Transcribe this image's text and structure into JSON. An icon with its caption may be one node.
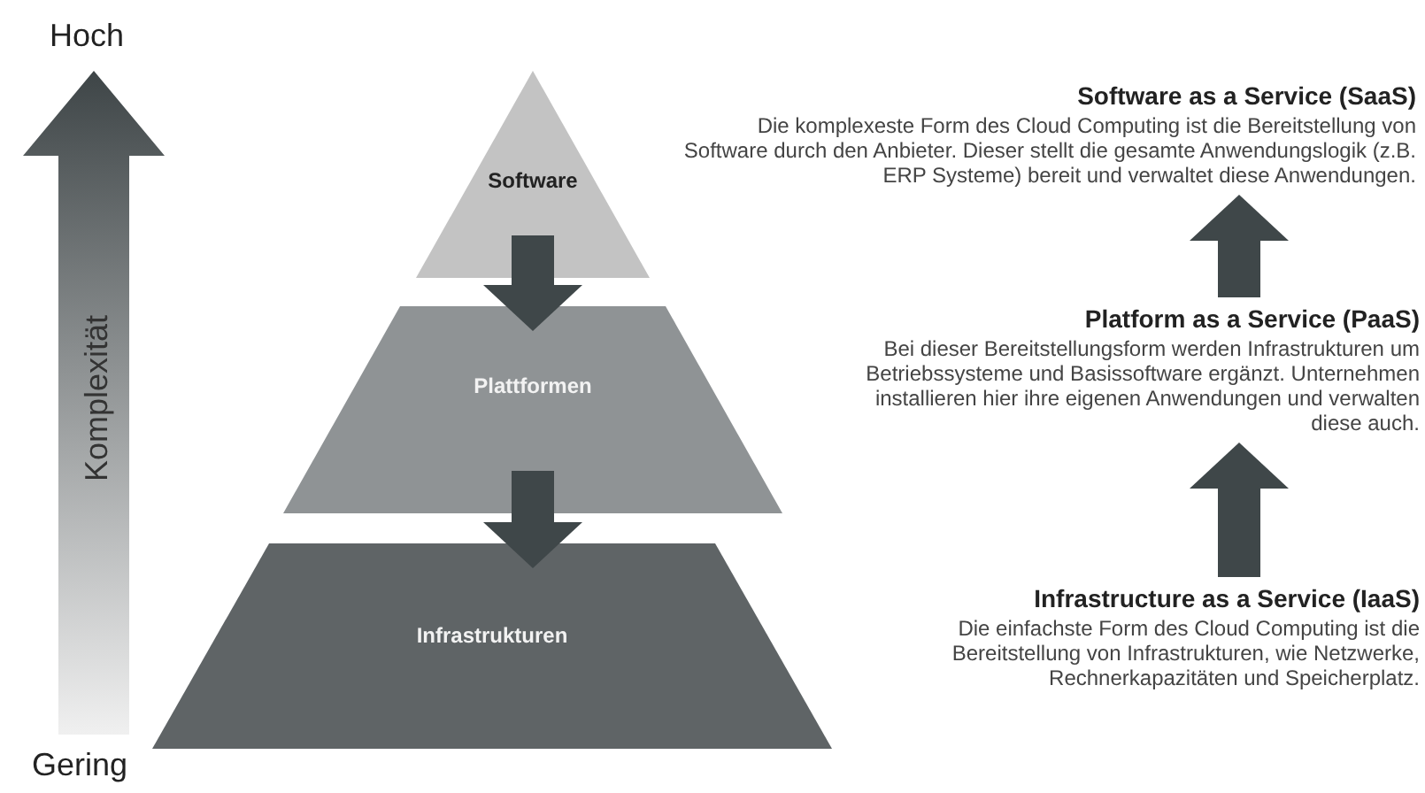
{
  "diagram": {
    "nodes": [
      {
        "text": [
          "Software"
        ]
      },
      {
        "text": [
          "Plattformen"
        ]
      },
      {
        "text": [
          "Infrastrukturen"
        ]
      },
      {
        "text": [
          "Software as a Service (SaaS)",
          "Die komplexeste Form des Cloud Computing ist die Bereitstellung von Software durch den Anbieter. Dieser stellt die gesamte Anwendungslogik (z.B. ERP Systeme) bereit und verwaltet diese Anwendungen."
        ]
      },
      {
        "text": [
          "Platform as a Service (PaaS)",
          "Bei dieser Bereitstellungsform werden Infrastrukturen um Betriebssysteme und Basissoftware ergänzt. Unternehmen installieren hier ihre eigenen Anwendungen und verwalten diese auch."
        ]
      },
      {
        "text": [
          "Infrastructure as a Service (IaaS)",
          "Die einfachste Form des Cloud Computing ist die Bereitstellung von Infrastrukturen, wie Netzwerke, Rechnerkapazitäten und Speicherplatz."
        ]
      }
    ],
    "edges": [
      {
        "from": 0,
        "to": 1,
        "arrow": "to"
      },
      {
        "from": 1,
        "to": 2,
        "arrow": "to"
      },
      {
        "from": 5,
        "to": 4,
        "arrow": "to"
      },
      {
        "from": 4,
        "to": 3,
        "arrow": "to"
      }
    ],
    "labels": [
      "Hoch",
      "Komplexität",
      "Gering"
    ]
  }
}
